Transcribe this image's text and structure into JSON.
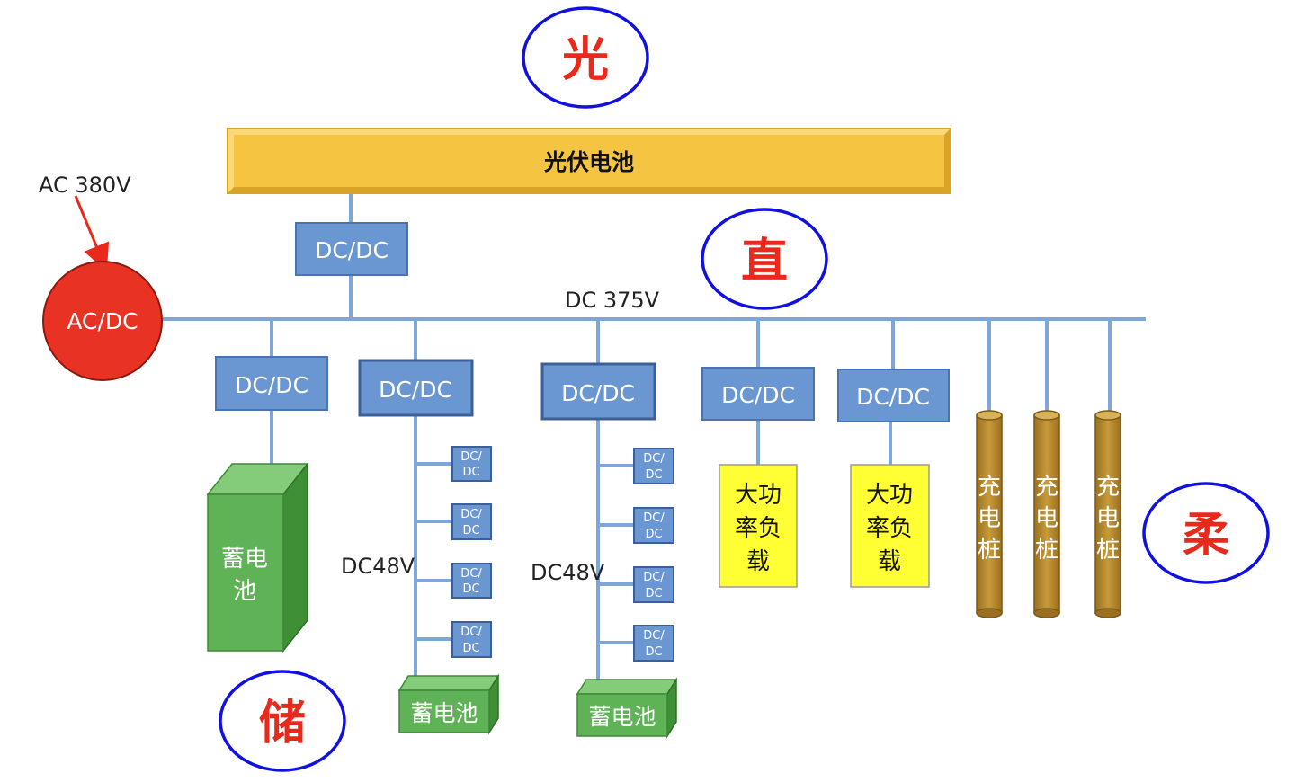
{
  "colors": {
    "bus": "#7ea6d8",
    "converter_fill": "#6a96d2",
    "converter_stroke": "#4a73b0",
    "pv_fill": "#f5c440",
    "battery_fill": "#5fb356",
    "load_fill": "#ffff33",
    "pile_fill": "#b58a2d",
    "acdc_fill": "#e83224",
    "ring_stroke": "#1010e0",
    "ring_text": "#e8291c"
  },
  "labels": {
    "pv_battery": "光伏电池",
    "ac_source": "AC 380V",
    "acdc": "AC/DC",
    "dc_bus": "DC 375V",
    "dc48_left": "DC48V",
    "dc48_right": "DC48V",
    "dcdc": "DC/DC",
    "dc_small_1": "DC/",
    "dc_small_2": "DC",
    "storage_battery_big": [
      "蓄电",
      "池"
    ],
    "storage_battery_small": "蓄电池",
    "high_power_load": [
      "大功",
      "率负",
      "载"
    ],
    "charging_pile": [
      "充",
      "电",
      "桩"
    ]
  },
  "ring_words": {
    "guang": "光",
    "zhi": "直",
    "chu": "储",
    "rou": "柔"
  }
}
